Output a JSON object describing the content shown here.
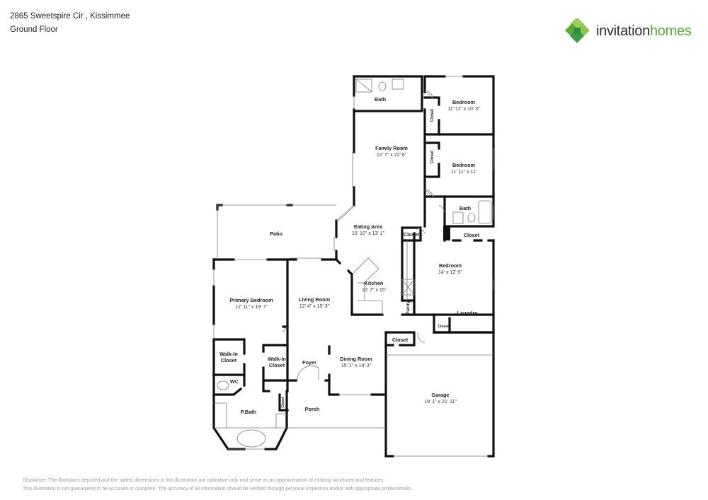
{
  "header": {
    "address": "2865 Sweetspire Cir , Kissimmee",
    "floor": "Ground Floor"
  },
  "brand": {
    "name_part1": "invitation",
    "name_part2": "homes",
    "colors": {
      "dark_green": "#2e8b3e",
      "mid_green": "#5aa838",
      "light_green": "#9bcf5a",
      "text_dark": "#2b2b2b"
    }
  },
  "rooms": {
    "bath_top": {
      "name": "Bath"
    },
    "bedroom_1": {
      "name": "Bedroom",
      "dim": "11' 11\" x 10' 3\""
    },
    "closet_1": {
      "name": "Closet"
    },
    "bedroom_2": {
      "name": "Bedroom",
      "dim": "11' 11\" x 11'"
    },
    "closet_2": {
      "name": "Closet"
    },
    "family_room": {
      "name": "Family Room",
      "dim": "12' 7\" x 22' 6\""
    },
    "bath_mid": {
      "name": "Bath"
    },
    "eating_area": {
      "name": "Eating Area",
      "dim": "15' 10\" x 13' 1\""
    },
    "closet_3": {
      "name": "Closet"
    },
    "closet_4": {
      "name": "Closet"
    },
    "patio": {
      "name": "Patio"
    },
    "bedroom_3": {
      "name": "Bedroom",
      "dim": "14' x 12' 5\""
    },
    "kitchen": {
      "name": "Kitchen",
      "dim": "10' 7\" x 15'"
    },
    "pantry": {
      "name": "Pantry"
    },
    "primary_bedroom": {
      "name": "Primary Bedroom",
      "dim": "12' 11\" x 19' 7\""
    },
    "living_room": {
      "name": "Living Room",
      "dim": "12' 4\" x 15' 3\""
    },
    "laundry": {
      "name": "Laundry"
    },
    "closet_laundry": {
      "name": "Closet"
    },
    "closet_garage": {
      "name": "Closet"
    },
    "walkin_closet_1": {
      "name1": "Walk-In",
      "name2": "Closet"
    },
    "walkin_closet_2": {
      "name1": "Walk-In",
      "name2": "Closet"
    },
    "foyer": {
      "name": "Foyer"
    },
    "dining_room": {
      "name": "Dining Room",
      "dim": "15' 1\" x 14' 3\""
    },
    "wc": {
      "name": "WC"
    },
    "closet_pbath": {
      "name": "Closet"
    },
    "p_bath": {
      "name": "P.Bath"
    },
    "porch": {
      "name": "Porch"
    },
    "garage": {
      "name": "Garage",
      "dim": "19' 1\" x 21' 11\""
    }
  },
  "disclaimer": {
    "line1": "Disclaimer: The floorplans depicted and the stated dimensions in this illustration are indicative only and serve as an approximation of existing structures and features.",
    "line2": "This illustration is not guaranteed to be accurate or complete. The accuracy of all information should be verified through personal inspection and/or with appropriate professionals."
  }
}
